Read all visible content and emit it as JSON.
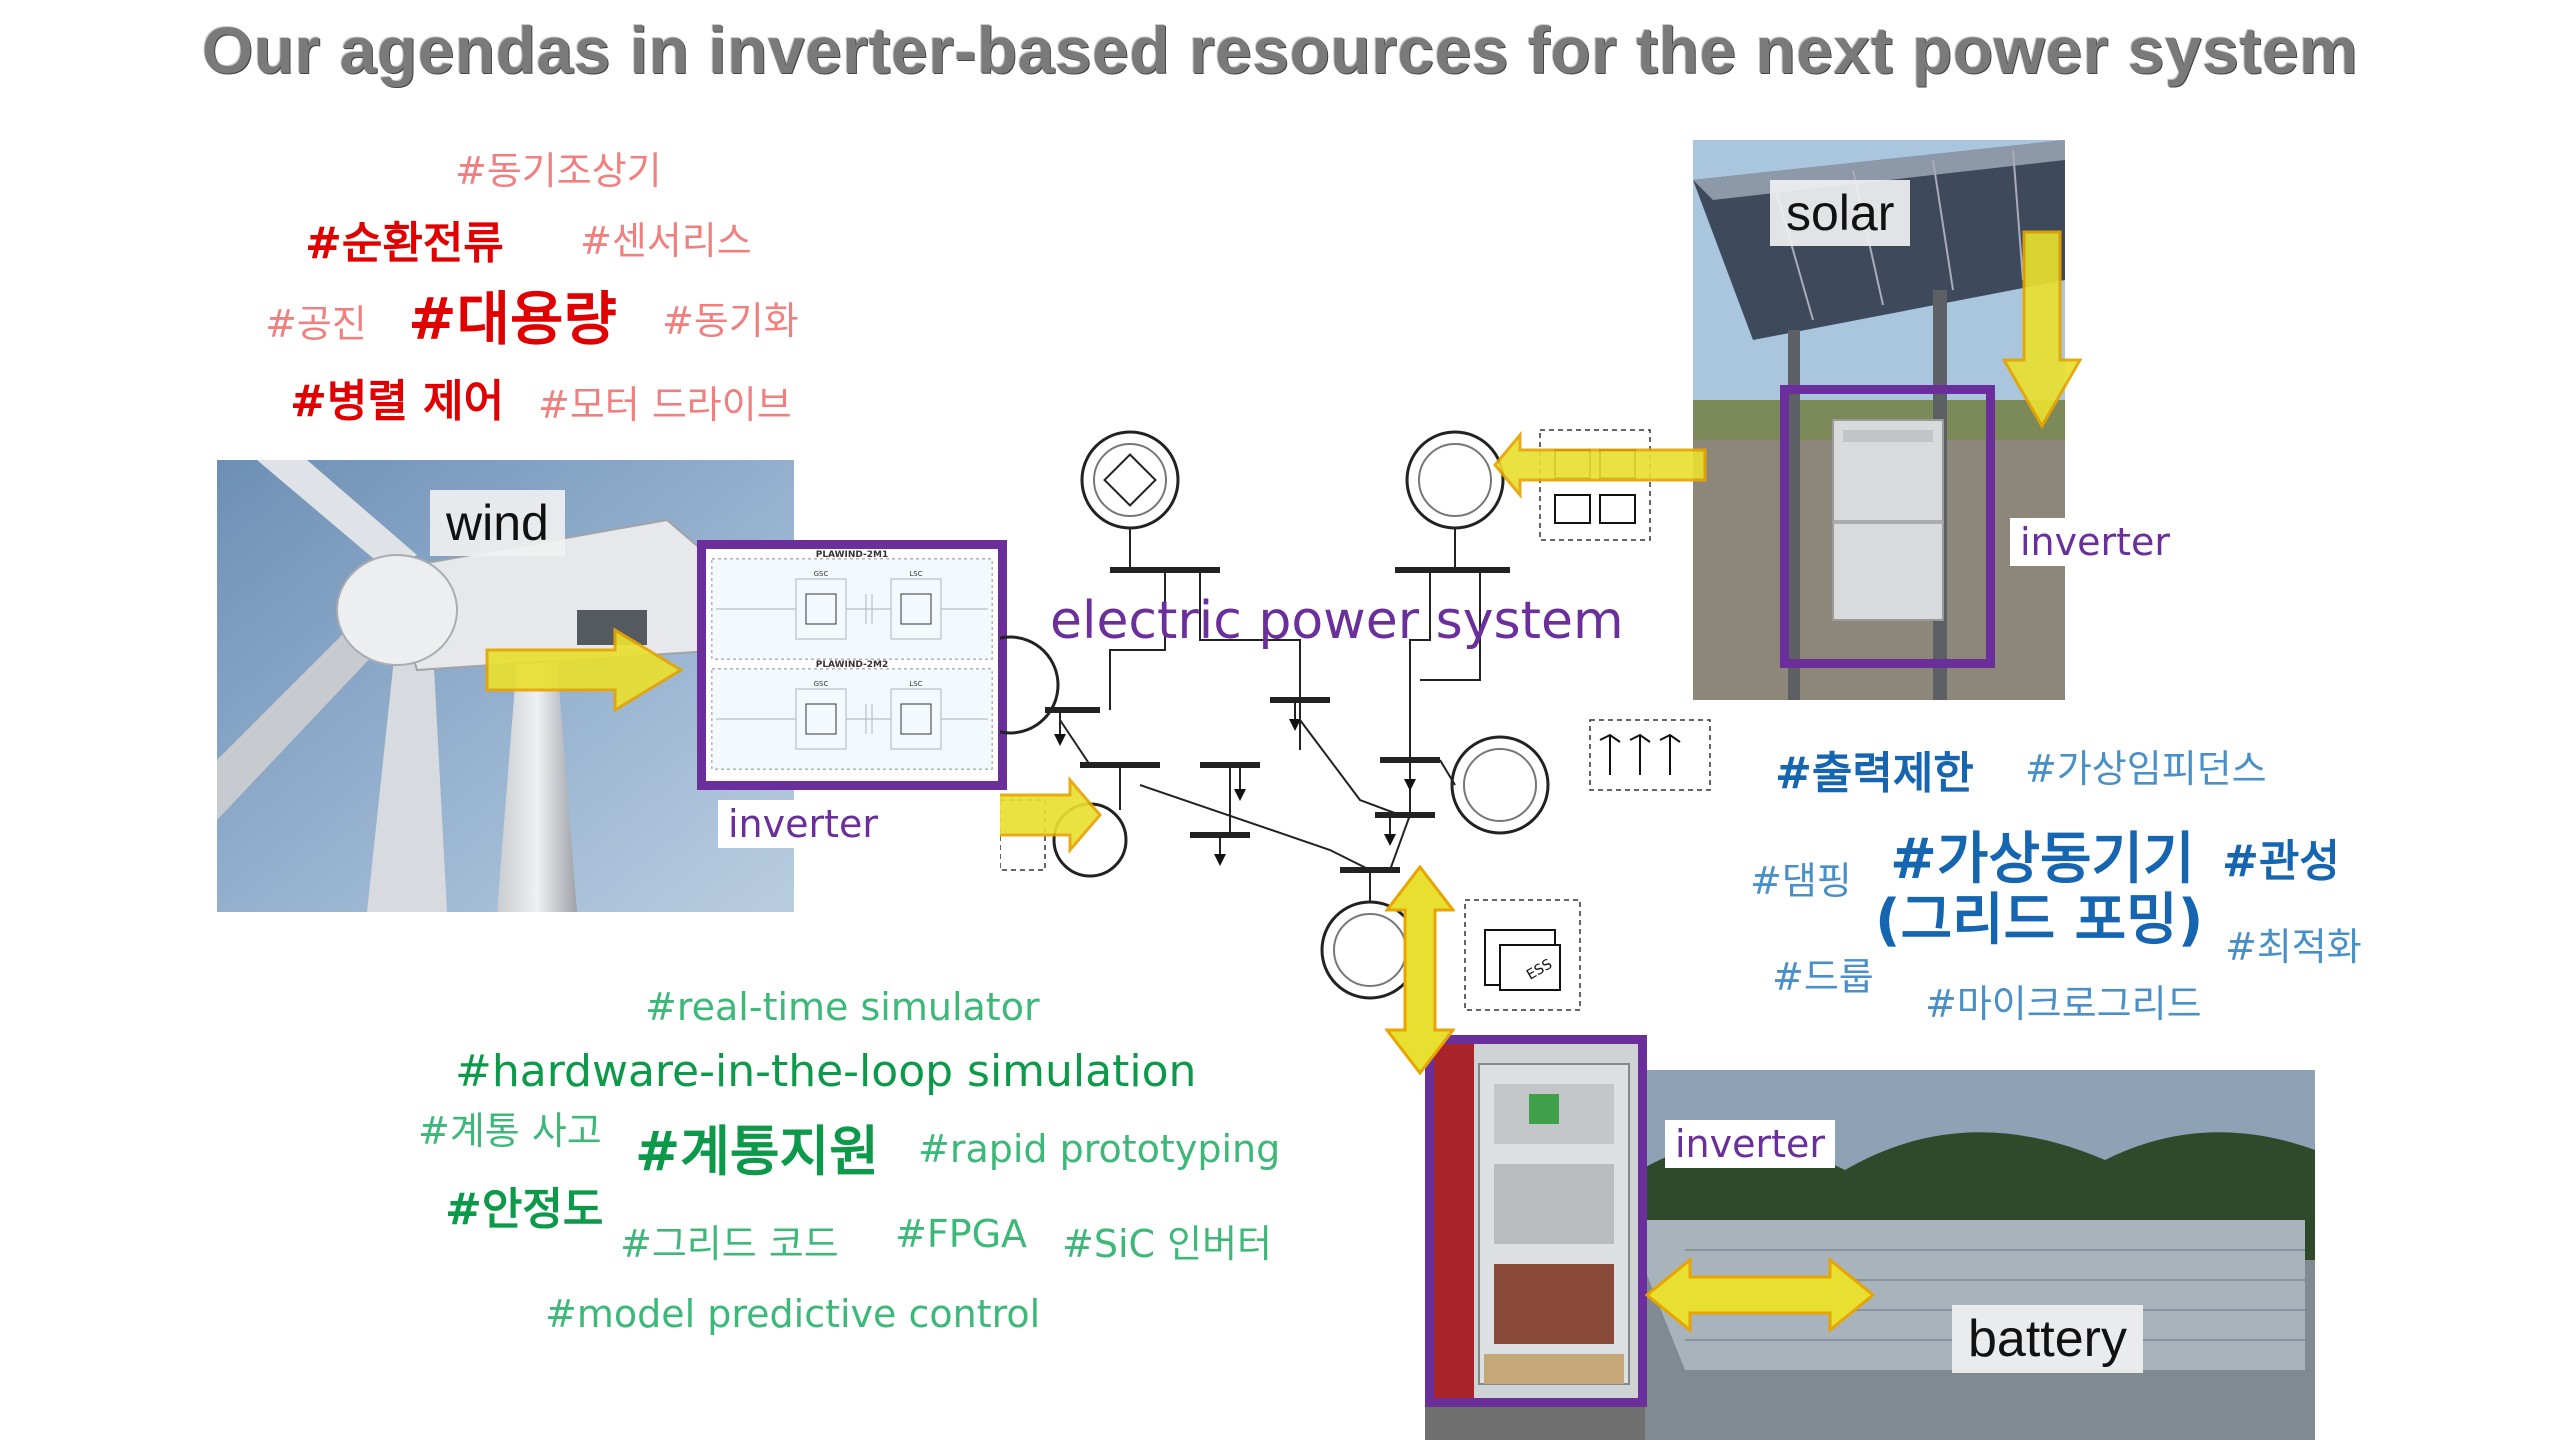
{
  "title": "Our agendas in inverter-based resources for the next power system",
  "center_label": "electric power system",
  "labels": {
    "wind": "wind",
    "solar": "solar",
    "battery": "battery",
    "inverter_wind": "inverter",
    "inverter_solar": "inverter",
    "inverter_battery": "inverter"
  },
  "wind_inverter_panel": {
    "top_title": "PLAWIND-2M1",
    "bottom_title": "PLAWIND-2M2",
    "gsc": "GSC",
    "lsc": "LSC"
  },
  "ess_label": "ESS",
  "tags_red": [
    "#동기조상기",
    "#순환전류",
    "#센서리스",
    "#공진",
    "#대용량",
    "#동기화",
    "#병렬 제어",
    "#모터 드라이브"
  ],
  "tags_blue": [
    "#출력제한",
    "#가상임피던스",
    "#댐핑",
    "#가상동기기",
    "#관성",
    "(그리드 포밍)",
    "#최적화",
    "#드룹",
    "#마이크로그리드"
  ],
  "tags_green": [
    "#real-time simulator",
    "#hardware-in-the-loop simulation",
    "#계통 사고",
    "#계통지원",
    "#rapid prototyping",
    "#안정도",
    "#그리드 코드",
    "#FPGA",
    "#SiC 인버터",
    "#model predictive control"
  ],
  "colors": {
    "title_gray": "#7a7a7a",
    "red_light": "#f08080",
    "red_strong": "#e00000",
    "blue_light": "#4a90c8",
    "blue_strong": "#1565b0",
    "green_light": "#3cb878",
    "green_strong": "#0c9a4a",
    "purple": "#6a2f9a",
    "arrow_fill": "#e8e030",
    "arrow_stroke": "#e8a400"
  }
}
